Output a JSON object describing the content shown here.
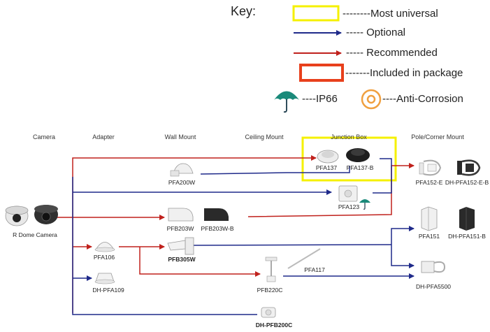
{
  "key": {
    "title": "Key:",
    "items": [
      {
        "symbol": "yellow-box",
        "text": "--------Most universal",
        "color": "#f5f000"
      },
      {
        "symbol": "blue-arrow",
        "text": "----- Optional",
        "color": "#1f2a8a"
      },
      {
        "symbol": "red-arrow",
        "text": "----- Recommended",
        "color": "#c0211c"
      },
      {
        "symbol": "red-box",
        "text": "-------Included in package",
        "color": "#e8401c"
      }
    ],
    "ip66_text": "----IP66",
    "anti_corrosion_text": "----Anti-Corrosion"
  },
  "columns": [
    "Camera",
    "Adapter",
    "Wall Mount",
    "Ceiling Mount",
    "Junction Box",
    "Pole/Corner Mount"
  ],
  "products": {
    "camera": "R Dome Camera",
    "pfa106": "PFA106",
    "pfa109": "DH-PFA109",
    "pfa200w": "PFA200W",
    "pfb203w": "PFB203W",
    "pfb203wb": "PFB203W-B",
    "pfb305w": "PFB305W",
    "pfb220c": "PFB220C",
    "pfa117": "PFA117",
    "pfb200c": "DH-PFB200C",
    "pfa137": "PFA137",
    "pfa137b": "PFA137-B",
    "pfa123": "PFA123",
    "pfa152e": "PFA152-E",
    "pfa152eb": "DH-PFA152-E-B",
    "pfa151": "PFA151",
    "pfa151b": "DH-PFA151-B",
    "pfa5500": "DH-PFA5500"
  },
  "colors": {
    "optional": "#1f2a8a",
    "recommended": "#c0211c",
    "most_universal": "#f5f000",
    "included": "#e8401c",
    "ip66": "#1a8a7a",
    "anti_corrosion": "#f0a040"
  }
}
